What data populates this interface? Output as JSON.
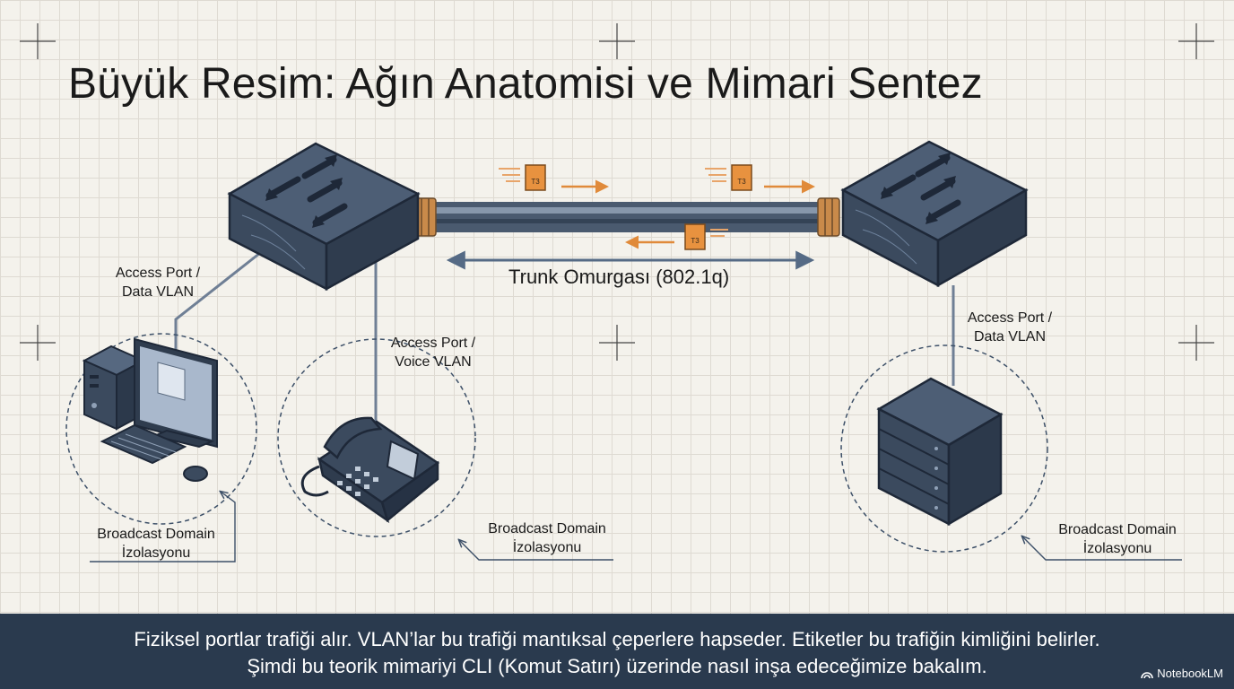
{
  "title": "Büyük Resim: Ağın Anatomisi ve Mimari Sentez",
  "trunk": {
    "label": "Trunk Omurgası (802.1q)"
  },
  "packet_tag": "T3",
  "ports": {
    "pc": {
      "line1": "Access Port /",
      "line2": "Data VLAN"
    },
    "phone": {
      "line1": "Access Port /",
      "line2": "Voice VLAN"
    },
    "server": {
      "line1": "Access Port /",
      "line2": "Data VLAN"
    }
  },
  "domains": {
    "pc": {
      "line1": "Broadcast Domain",
      "line2": "İzolasyonu"
    },
    "phone": {
      "line1": "Broadcast Domain",
      "line2": "İzolasyonu"
    },
    "server": {
      "line1": "Broadcast Domain",
      "line2": "İzolasyonu"
    }
  },
  "footer": {
    "line1": "Fiziksel portlar trafiği alır. VLAN’lar bu trafiği mantıksal çeperlere hapseder. Etiketler bu trafiğin kimliğini belirler.",
    "line2": "Şimdi bu teorik mimariyi CLI (Komut Satırı) üzerinde nasıl inşa edeceğimize bakalım."
  },
  "brand": "NotebookLM",
  "colors": {
    "device": "#3b4a5e",
    "device_top": "#4e5f76",
    "accent_orange": "#e08a3a",
    "line": "#6f7f95",
    "footer_bg": "#2a3a4e"
  }
}
